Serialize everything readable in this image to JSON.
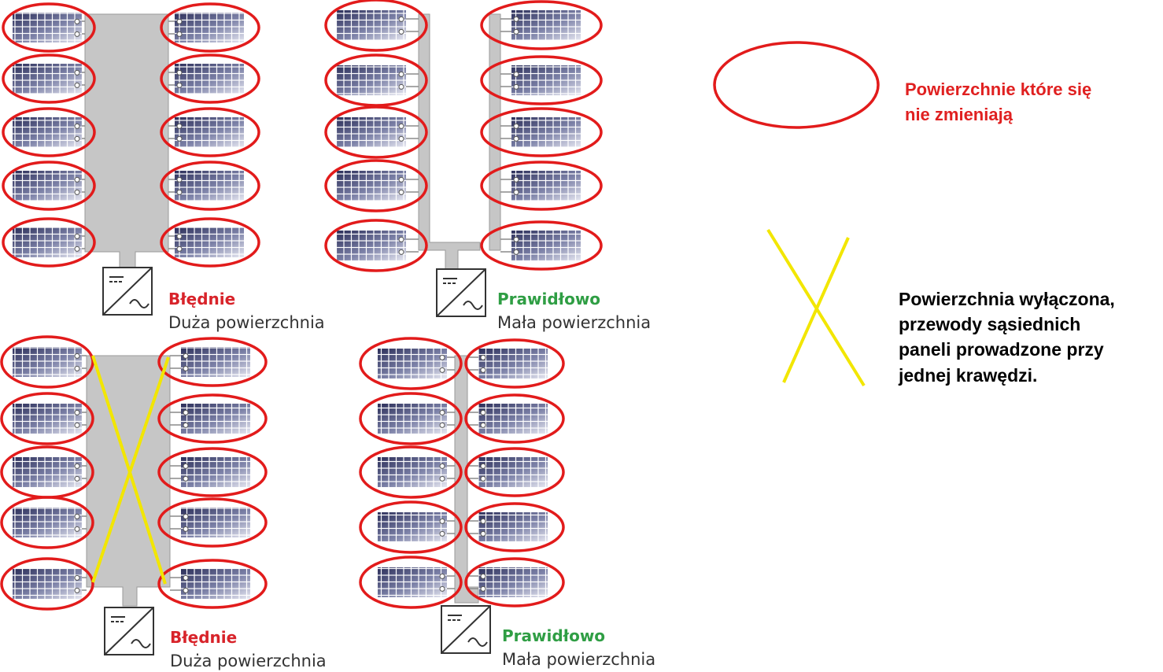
{
  "diagrams": [
    {
      "status": "Błędnie",
      "area": "Duża powierzchnia"
    },
    {
      "status": "Prawidłowo",
      "area": "Mała powierzchnia"
    },
    {
      "status": "Błędnie",
      "area": "Duża powierzchnia"
    },
    {
      "status": "Prawidłowo",
      "area": "Mała powierzchnia"
    }
  ],
  "legend": {
    "unchanged": [
      "Powierzchnie które się",
      "nie zmieniają"
    ],
    "excluded": [
      "Powierzchnia wyłączona,",
      "przewody sąsiednich",
      "paneli prowadzone przy",
      "jednej krawędzi."
    ]
  },
  "colors": {
    "wrong": "#d8232a",
    "right": "#2f9e44",
    "ellipse": "#e21b1b",
    "cross": "#f2e600",
    "area_fill": "#c6c6c6",
    "panel": "#4a4f7a"
  },
  "icons": [
    "inverter-icon",
    "solar-panel-icon"
  ]
}
